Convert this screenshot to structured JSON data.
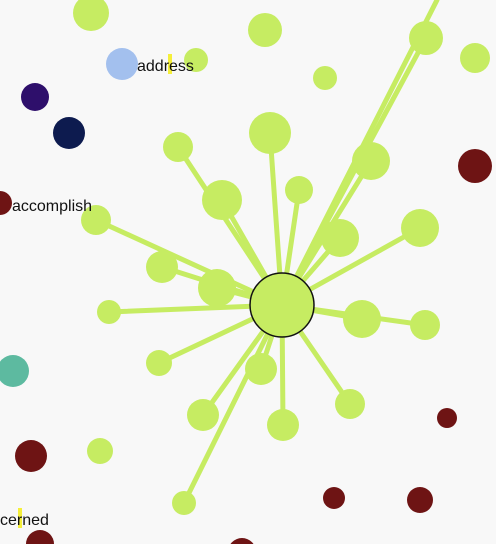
{
  "colors": {
    "background": "#f8f8f8",
    "edge": "#c6ec62",
    "lime": "#c6ec62",
    "maroon": "#6e1414",
    "navy": "#0d1b4f",
    "indigo": "#2e0f6b",
    "sky": "#a3c0ee",
    "teal": "#5dbaa0",
    "hub_stroke": "#111111"
  },
  "labels": {
    "address": "address",
    "accomplish": "accomplish",
    "concerned": "cerned"
  }
}
